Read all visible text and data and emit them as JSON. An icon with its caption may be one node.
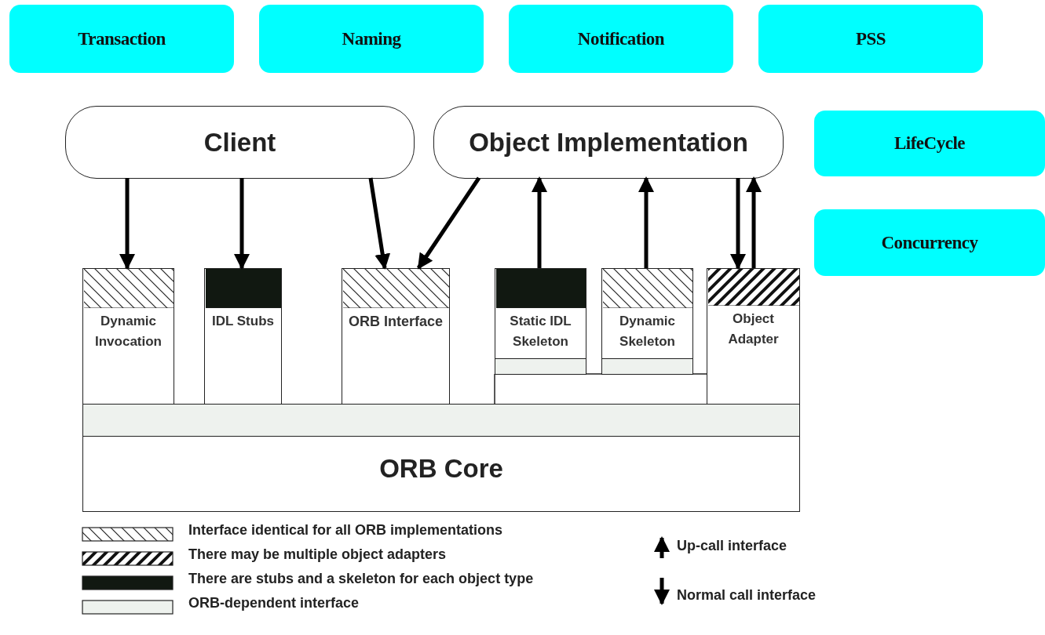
{
  "diagram": {
    "nodes": [
      {
        "text": [
          "Transaction"
        ]
      },
      {
        "text": [
          "Naming"
        ]
      },
      {
        "text": [
          "Notification"
        ]
      },
      {
        "text": [
          "PSS"
        ]
      },
      {
        "text": [
          "LifeCycle"
        ]
      },
      {
        "text": [
          "Concurrency"
        ]
      },
      {
        "text": [
          "Client"
        ]
      },
      {
        "text": [
          "Object Implementation"
        ]
      },
      {
        "text": [
          "Dynamic Invocation"
        ]
      },
      {
        "text": [
          "IDL Stubs"
        ]
      },
      {
        "text": [
          "ORB Interface"
        ]
      },
      {
        "text": [
          "Static IDL Skeleton"
        ]
      },
      {
        "text": [
          "Dynamic Skeleton"
        ]
      },
      {
        "text": [
          "Object Adapter"
        ]
      },
      {
        "text": [
          "ORB Core"
        ]
      }
    ],
    "edges": [
      {
        "from": 6,
        "to": 8,
        "arrow": "to"
      },
      {
        "from": 6,
        "to": 9,
        "arrow": "to"
      },
      {
        "from": 6,
        "to": 10,
        "arrow": "to"
      },
      {
        "from": 7,
        "to": 10,
        "arrow": "to"
      },
      {
        "from": 11,
        "to": 7,
        "arrow": "to"
      },
      {
        "from": 12,
        "to": 7,
        "arrow": "to"
      },
      {
        "from": 7,
        "to": 13,
        "arrow": "to"
      },
      {
        "from": 13,
        "to": 7,
        "arrow": "to"
      }
    ],
    "legend": [
      {
        "text": "Interface identical for all ORB implementations"
      },
      {
        "text": "There may be multiple object adapters"
      },
      {
        "text": "There are stubs and a skeleton for each object type",
        "color": "#111811"
      },
      {
        "text": "ORB-dependent interface",
        "color": "#eef2ee"
      },
      {
        "text": "Up-call interface"
      },
      {
        "text": "Normal call interface"
      }
    ]
  }
}
